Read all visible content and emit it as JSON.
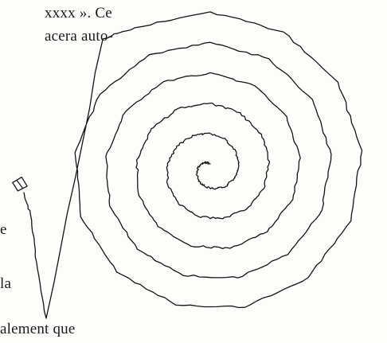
{
  "text_lines": [
    "xxxx ».  Ce",
    "acera  auto-",
    "e",
    "la",
    "alement  que"
  ],
  "drawing": {
    "subject": "spiral",
    "icon": "turtle-cursor-icon",
    "stroke_color": "#141414"
  }
}
